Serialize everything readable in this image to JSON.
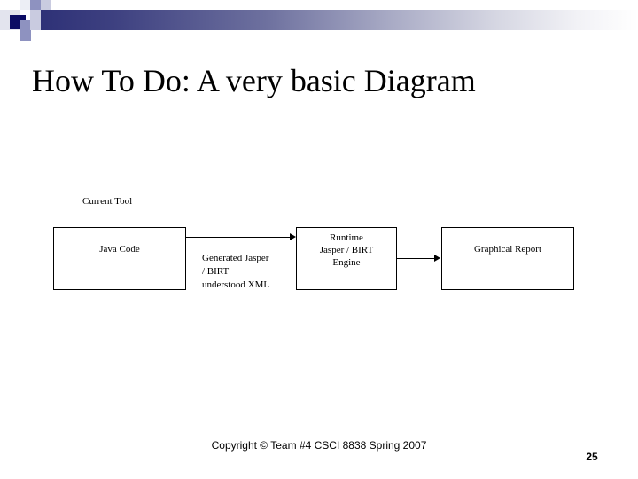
{
  "slide": {
    "title": "How To Do: A very basic Diagram",
    "page_number": "25",
    "footer": "Copyright © Team #4 CSCI 8838 Spring 2007"
  },
  "theme": {
    "band_start_color": "#2e3177",
    "band_end_color": "#ffffff",
    "accent_square_color": "#0c0c64",
    "text_color": "#000000",
    "background_color": "#ffffff"
  },
  "diagram": {
    "caption": "Current Tool",
    "nodes": [
      {
        "id": "java-code",
        "label": "Java Code"
      },
      {
        "id": "runtime-engine",
        "line1": "Runtime",
        "line2": "Jasper / BIRT",
        "line3": "Engine"
      },
      {
        "id": "graphical-report",
        "label": "Graphical Report"
      }
    ],
    "edges": [
      {
        "id": "java-to-engine",
        "line1": "Generated Jasper",
        "line2": "/ BIRT",
        "line3": "understood XML"
      },
      {
        "id": "engine-to-report",
        "label": ""
      }
    ]
  }
}
